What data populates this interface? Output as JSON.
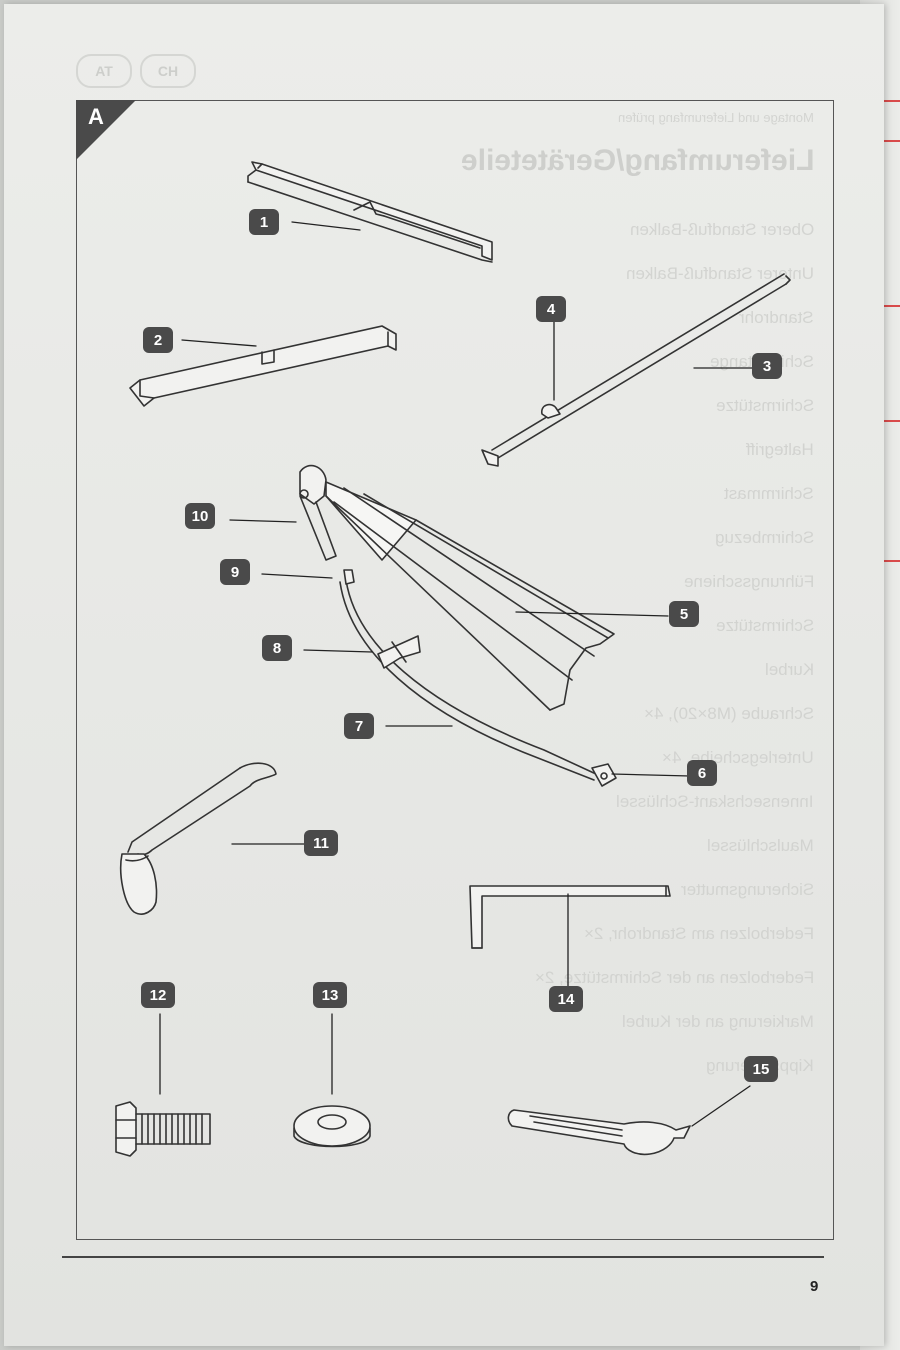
{
  "section": {
    "letter": "A"
  },
  "language_tabs": [
    "AT",
    "CH"
  ],
  "show_through": {
    "header": "Montage und Lieferumfang prüfen",
    "title": "Lieferumfang/Geräteteile",
    "items": [
      "Oberer Standfuß-Balken",
      "Unterer Standfuß-Balken",
      "Standrohr",
      "Schirmstange",
      "Schirmstütze",
      "Haltegriff",
      "Schirmmast",
      "Schirmbezug",
      "Führungsschiene",
      "Schirmstütze",
      "Kurbel",
      "Schraube (M8×20), 4×",
      "Unterlegscheibe, 4×",
      "Innensechskant-Schlüssel",
      "Maulschlüssel",
      "Sicherungsmutter",
      "Federbolzen am Standrohr, 2×",
      "Federbolzen an der Schirmstütze, 2×",
      "Markierung an der Kurbel",
      "Kippsicherung"
    ]
  },
  "callouts": [
    "1",
    "2",
    "3",
    "4",
    "5",
    "6",
    "7",
    "8",
    "9",
    "10",
    "11",
    "12",
    "13",
    "14",
    "15"
  ],
  "footer": {
    "page_number": "9"
  },
  "colors": {
    "line_art": "#333333",
    "badge": "#4a4a4a",
    "paper": "#e9eae7"
  }
}
